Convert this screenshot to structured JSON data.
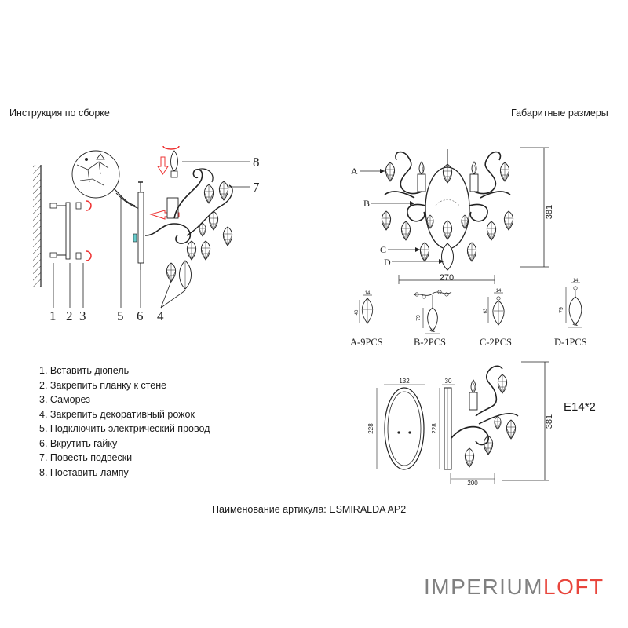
{
  "header": {
    "left_title": "Инструкция по сборке",
    "right_title": "Габаритные размеры"
  },
  "assembly": {
    "callouts": [
      "1",
      "2",
      "3",
      "5",
      "6",
      "4",
      "7",
      "8"
    ]
  },
  "steps": [
    "1. Вставить дюпель",
    "2. Закрепить планку к стене",
    "3. Саморез",
    "4. Закрепить декоративный рожок",
    "5. Подключить электрический провод",
    "6. Вкрутить гайку",
    "7. Повесть подвески",
    "8. Поставить лампу"
  ],
  "dimensions": {
    "front_labels": [
      "A",
      "B",
      "C",
      "D"
    ],
    "front_height": "381",
    "front_width": "270",
    "crystals": [
      {
        "label": "A-9PCS",
        "top": "14",
        "side": "40"
      },
      {
        "label": "B-2PCS",
        "side": "79",
        "bottom": "41"
      },
      {
        "label": "C-2PCS",
        "top": "14",
        "side": "63"
      },
      {
        "label": "D-1PCS",
        "top": "14",
        "side": "79",
        "bottom": "41"
      }
    ],
    "plate_width": "132",
    "plate_height": "228",
    "side_depth": "30",
    "side_plate_height": "228",
    "side_height": "381",
    "side_width": "200",
    "lamp_spec": "E14*2"
  },
  "article": "Наименование артикула: ESMIRALDA AP2",
  "logo": {
    "part1": "IMPERIUM",
    "part2": "LOFT"
  }
}
